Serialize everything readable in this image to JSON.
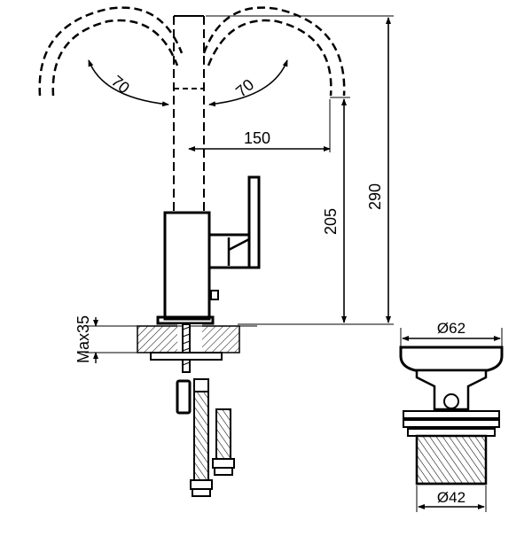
{
  "dimensions": {
    "swing_left": "70",
    "swing_right": "70",
    "reach": "150",
    "spout_height": "205",
    "overall_height": "290",
    "max_deck_thickness": "Max35",
    "waste_top_diameter": "Ø62",
    "waste_thread_diameter": "Ø42"
  }
}
